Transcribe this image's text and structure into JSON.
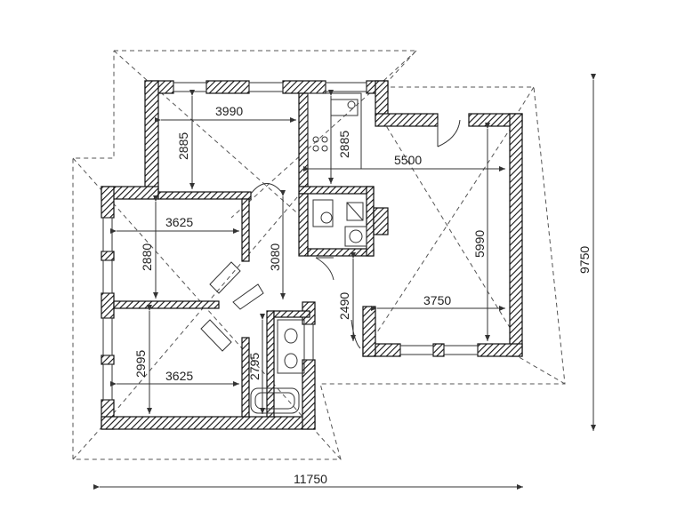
{
  "plan": {
    "overall": {
      "width": "11750",
      "height": "9750"
    },
    "rooms": {
      "top_left": {
        "width": "3990",
        "depth": "2885"
      },
      "kitchen": {
        "depth": "2885"
      },
      "living": {
        "width": "5500",
        "depth": "5990"
      },
      "living_lower": {
        "width": "3750"
      },
      "left_mid": {
        "width": "3625",
        "depth": "2880"
      },
      "hall": {
        "depth": "3080"
      },
      "left_bottom": {
        "width": "3625",
        "depth": "2995"
      },
      "bath": {
        "depth": "2795"
      },
      "vestibule": {
        "depth": "2490"
      }
    }
  }
}
